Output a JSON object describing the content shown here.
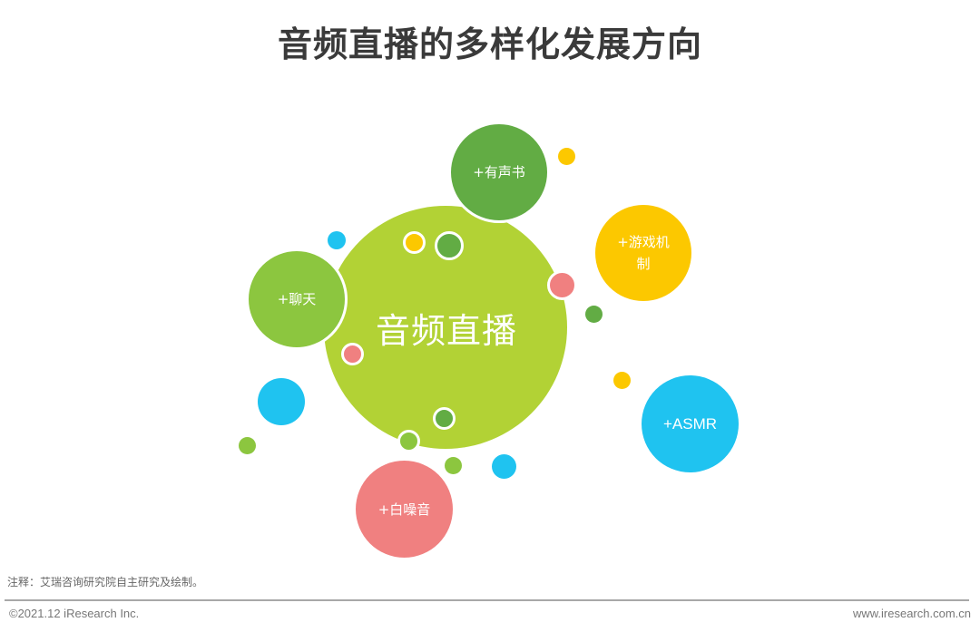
{
  "title": "音频直播的多样化发展方向",
  "center": {
    "label": "音频直播",
    "color": "#b2d235"
  },
  "directions": [
    {
      "label": "+有声书",
      "color": "#62ac44"
    },
    {
      "label": "+游戏机制",
      "color": "#fcc800"
    },
    {
      "label": "+聊天",
      "color": "#8cc63f"
    },
    {
      "label": "+ASMR",
      "color": "#1fc3f0"
    },
    {
      "label": "+白噪音",
      "color": "#f08080"
    }
  ],
  "colors": {
    "dark_green": "#62ac44",
    "light_green": "#8cc63f",
    "lime": "#b2d235",
    "yellow": "#fcc800",
    "blue": "#1fc3f0",
    "pink": "#f08080"
  },
  "footer": {
    "note": "注释：艾瑞咨询研究院自主研究及绘制。",
    "copyright": "©2021.12 iResearch Inc.",
    "website": "www.iresearch.com.cn"
  }
}
